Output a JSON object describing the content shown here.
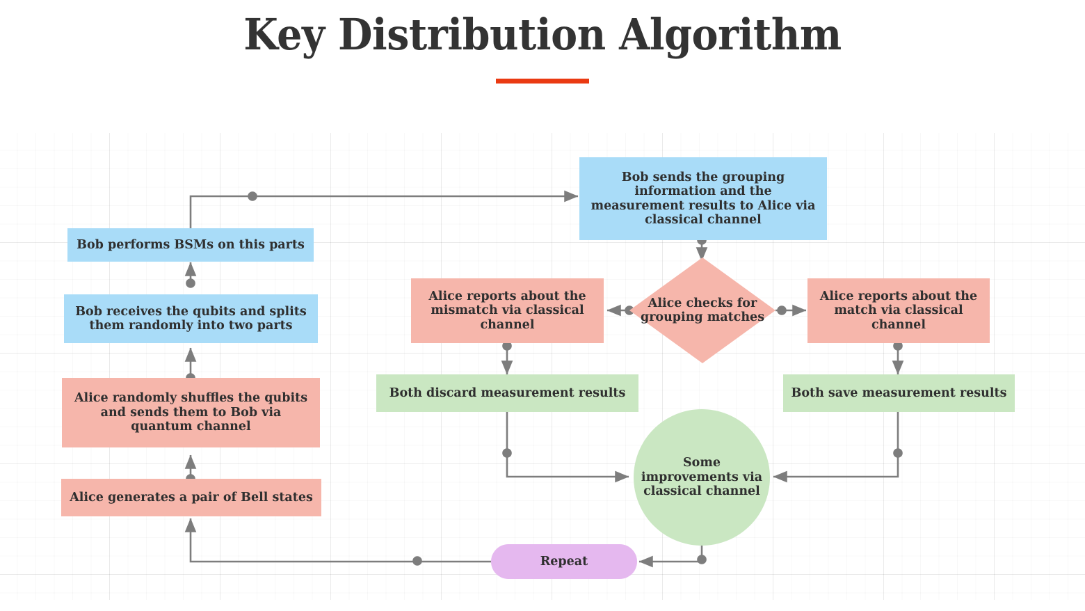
{
  "header": {
    "title": "Key Distribution Algorithm",
    "rule_color": "#ea3a12"
  },
  "palette": {
    "blue": "#a9dcf8",
    "pink": "#f6b6ab",
    "green": "#cae7c2",
    "purple": "#e5b8ef",
    "connector": "#7d7d7d",
    "text": "#2f2f2f",
    "grid": "#e6e6e6"
  },
  "nodes": {
    "bob_sends": "Bob sends the grouping information and the measurement results to Alice via classical channel",
    "bob_bsm": "Bob performs BSMs on this parts",
    "bob_receives": "Bob receives the qubits and splits them randomly into two parts",
    "alice_shuffles": "Alice randomly shuffles the qubits and sends them to Bob via quantum channel",
    "alice_bell": "Alice generates a pair of Bell states",
    "alice_checks": "Alice checks for grouping matches",
    "report_mismatch": "Alice reports about the mismatch via classical channel",
    "report_match": "Alice reports about the match via classical channel",
    "both_discard": "Both discard measurement results",
    "both_save": "Both save measurement results",
    "improvements": "Some improvements via classical channel",
    "repeat": "Repeat"
  }
}
